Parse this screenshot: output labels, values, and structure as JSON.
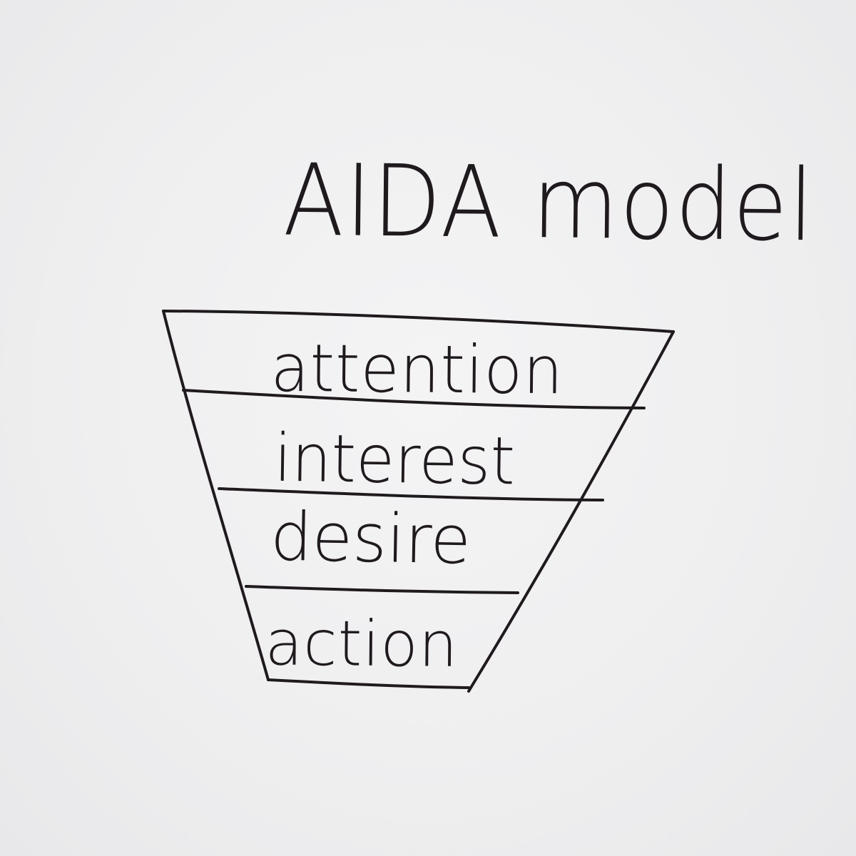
{
  "diagram": {
    "title": "AIDA model",
    "stages": [
      {
        "label": "attention"
      },
      {
        "label": "interest"
      },
      {
        "label": "desire"
      },
      {
        "label": "action"
      }
    ],
    "ink_color": "#1f1a1e",
    "paper_color": "#efeff0"
  }
}
